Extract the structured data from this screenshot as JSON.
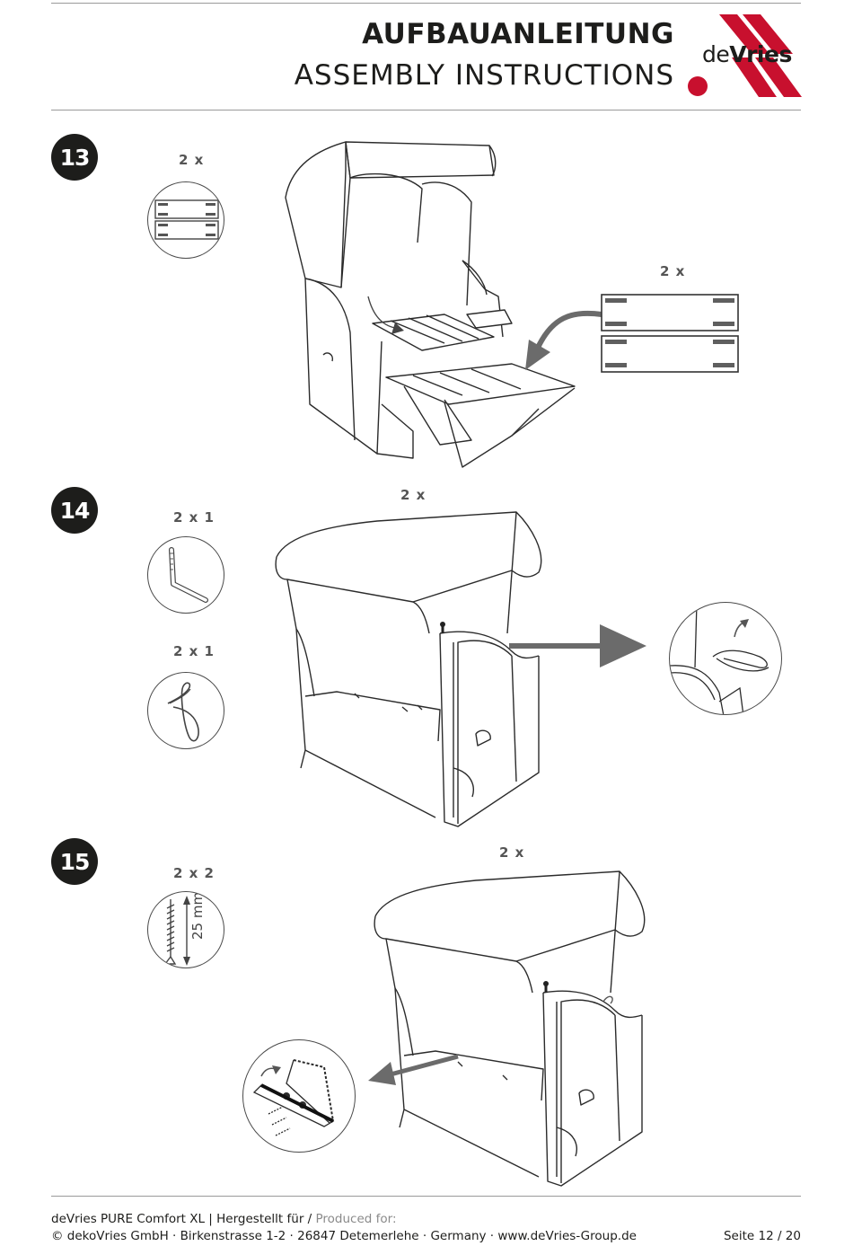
{
  "header": {
    "title_de": "AUFBAUANLEITUNG",
    "title_en": "ASSEMBLY INSTRUCTIONS",
    "logo_text": "deVries",
    "logo_colors": {
      "red": "#c8102e",
      "dark": "#1d1d1b"
    }
  },
  "steps": [
    {
      "number": "13",
      "parts": [
        {
          "quantity": "2 x",
          "icon": "board-pair-icon"
        }
      ],
      "callouts": [
        "2 x"
      ]
    },
    {
      "number": "14",
      "parts": [
        {
          "quantity": "2 x 1",
          "icon": "bent-pin-icon"
        },
        {
          "quantity": "2 x 1",
          "icon": "spring-clip-icon"
        }
      ],
      "callouts": [
        "2 x"
      ]
    },
    {
      "number": "15",
      "parts": [
        {
          "quantity": "2 x 2",
          "icon": "screw-icon",
          "dimension": "25 mm"
        }
      ],
      "callouts": [
        "2 x"
      ]
    }
  ],
  "footer": {
    "product": "deVries PURE Comfort XL | Hergestellt für /",
    "produced_for": "Produced for:",
    "address": "© dekoVries GmbH · Birkenstrasse 1-2 · 26847 Detemerlehe · Germany · www.deVries-Group.de",
    "page": "Seite 12 / 20"
  }
}
